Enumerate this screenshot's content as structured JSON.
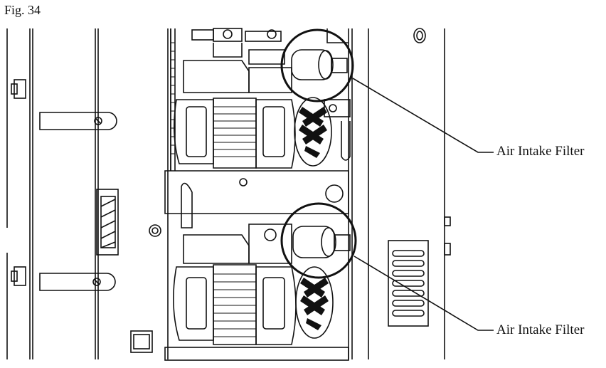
{
  "figure": {
    "label": "Fig. 34"
  },
  "callouts": [
    {
      "label": "Air Intake Filter"
    },
    {
      "label": "Air Intake Filter"
    }
  ],
  "colors": {
    "line": "#111111",
    "background": "#ffffff"
  }
}
